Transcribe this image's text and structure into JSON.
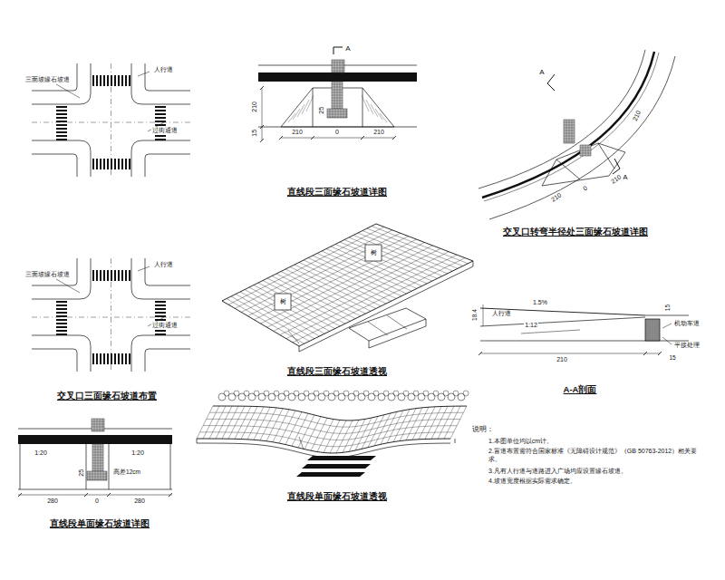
{
  "diagram": {
    "labels": [
      "三面坡缘石坡道",
      "人行道",
      "过街通道",
      "三面坡缘石坡道",
      "人行道",
      "过街通道",
      "交叉口三面缘石坡道布置",
      "A",
      "210",
      "15",
      "25",
      "210",
      "0",
      "210",
      "直线段三面缘石坡道详图",
      "A",
      "A",
      "210",
      "210",
      "0",
      "210",
      "交叉口转弯半径处三面缘石坡道详图",
      "树",
      "树",
      "直线段三面缘石坡道透视",
      "18.4",
      "人行道",
      "1.5%",
      "1:12",
      "机动车道",
      "平接处理",
      "15",
      "210",
      "15",
      "A-A剖面",
      "说明：",
      "1.本图单位均以cm计。",
      "2.盲道布置需符合国家标准《无障碍设计规范》（GB 50763-2012）相关要求。",
      "3.凡有人行道与道路进入广场均应设置缘石坡道。",
      "4.坡道宽度根据实际需求确定。",
      "1:20",
      "1:20",
      "25",
      "高差12cm",
      "280",
      "0",
      "280",
      "直线段单面缘石坡道详图",
      "直线段单面缘石坡道透视"
    ]
  }
}
